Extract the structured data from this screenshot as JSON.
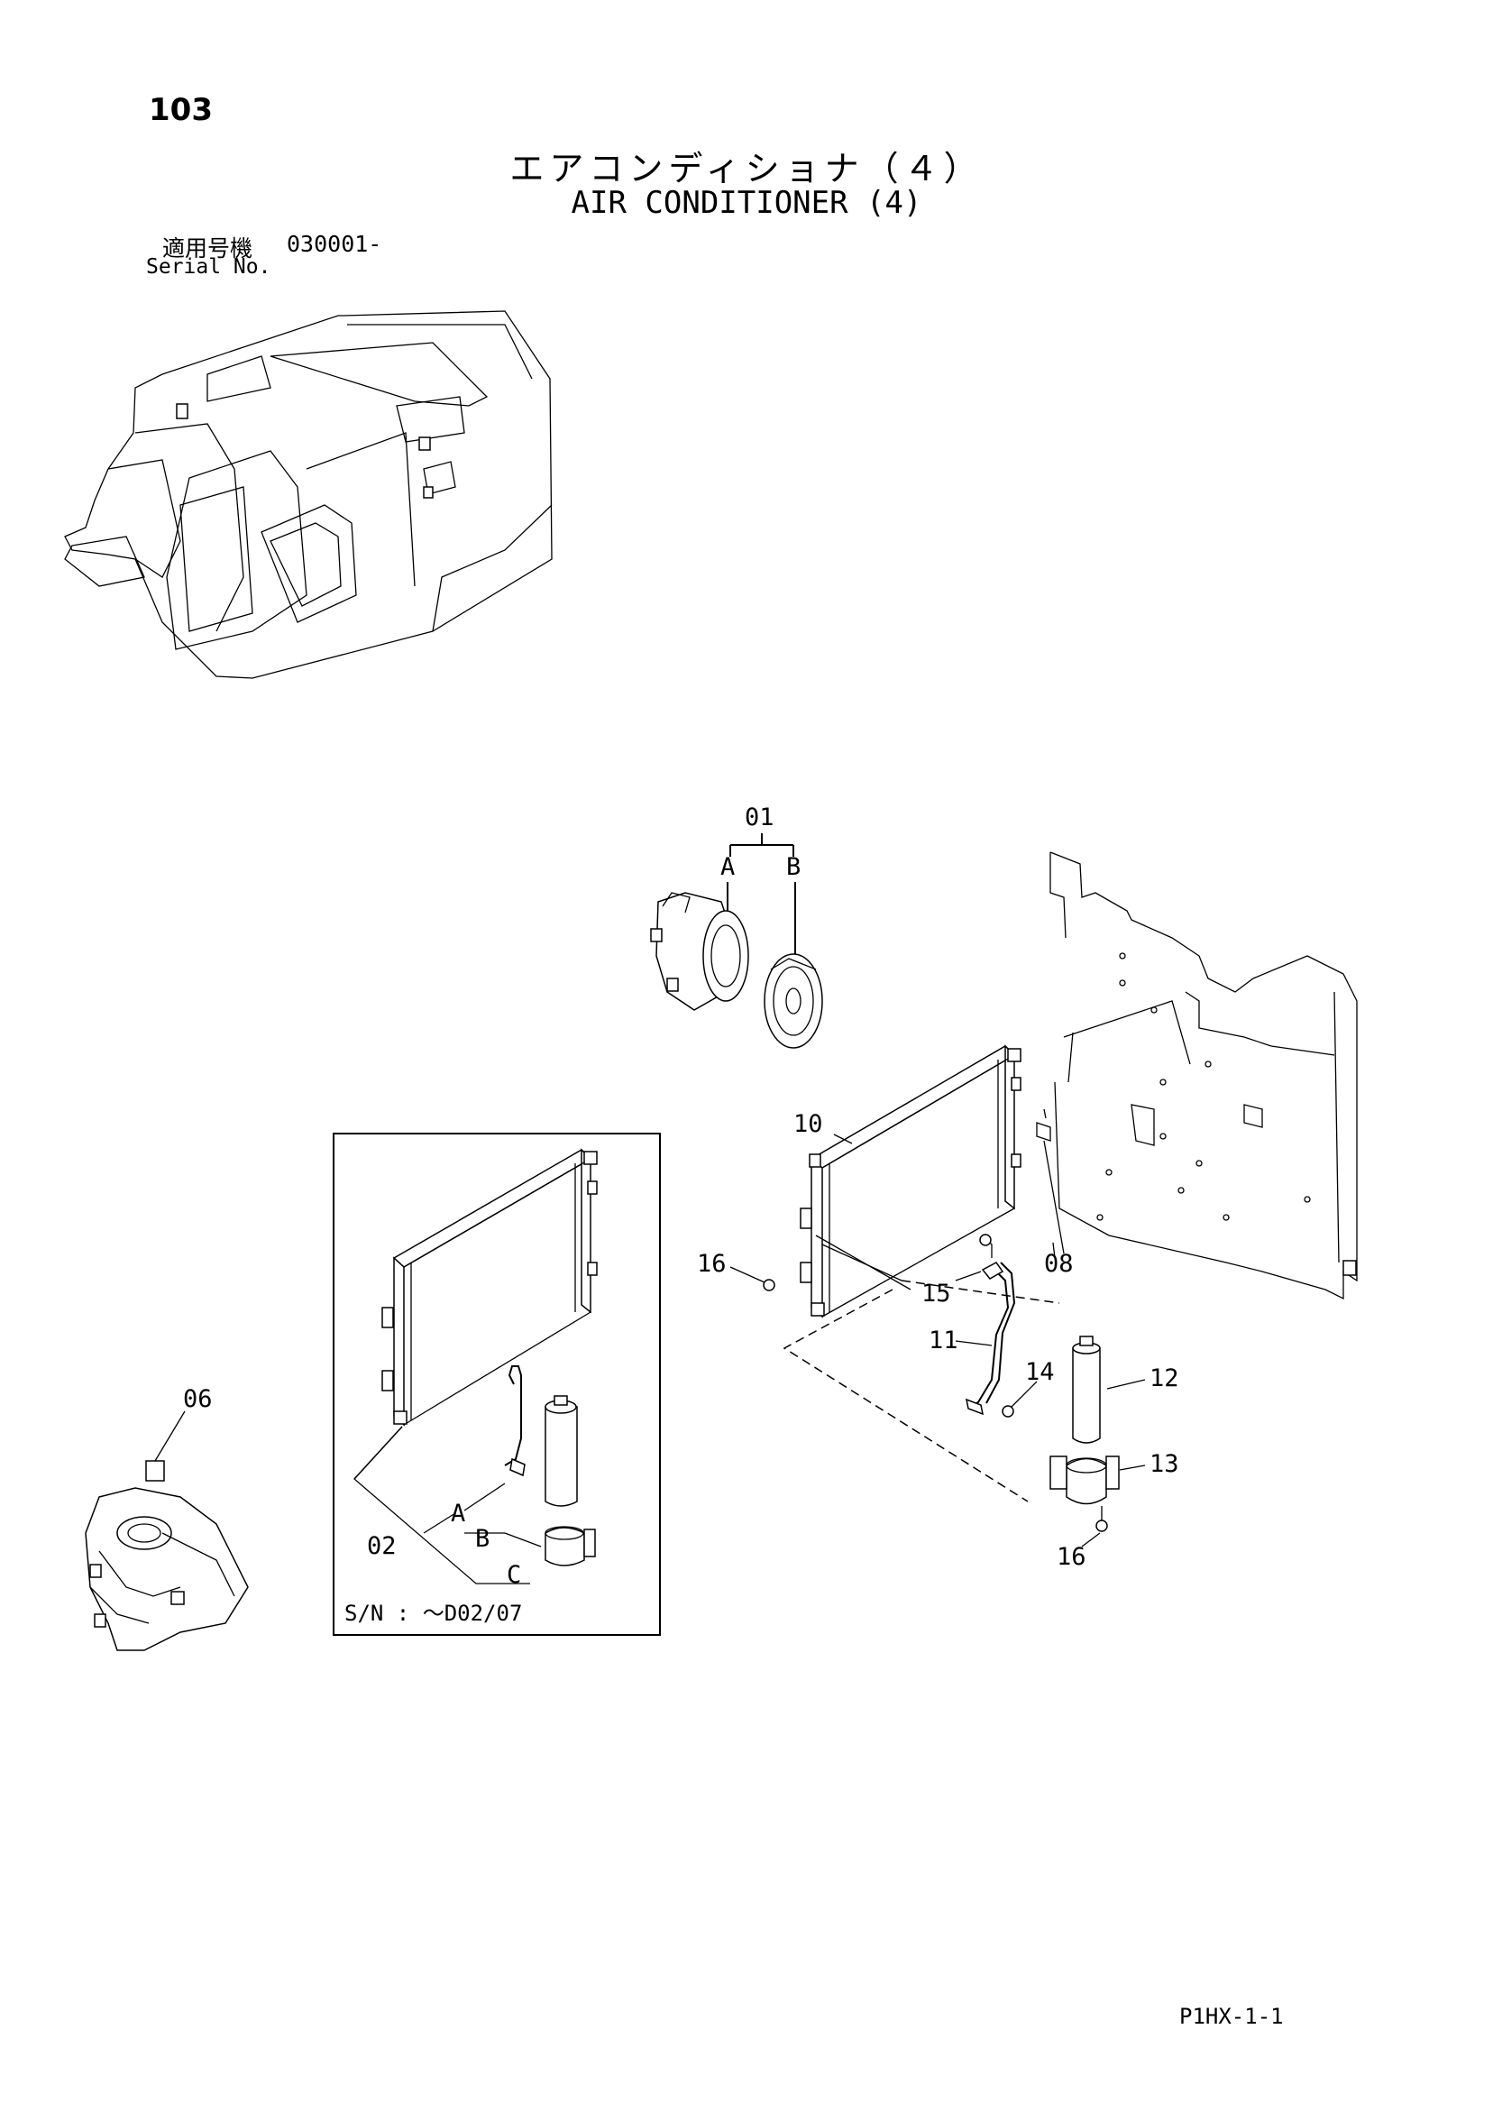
{
  "page_number": "103",
  "title_jp": "エアコンディショナ（４）",
  "title_en": "AIR CONDITIONER (4)",
  "serial": {
    "label_jp": "適用号機",
    "label_en": "Serial No.",
    "value": "030001-"
  },
  "callouts": {
    "c01": "01",
    "c01_a": "A",
    "c01_b": "B",
    "c10": "10",
    "c16a": "16",
    "c15": "15",
    "c08": "08",
    "c11": "11",
    "c14": "14",
    "c12": "12",
    "c13": "13",
    "c16b": "16",
    "c06": "06",
    "c02": "02",
    "c02_a": "A",
    "c02_b": "B",
    "c02_c": "C"
  },
  "inset_note": "S/N :   ～D02/07",
  "footer_code": "P1HX-1-1"
}
